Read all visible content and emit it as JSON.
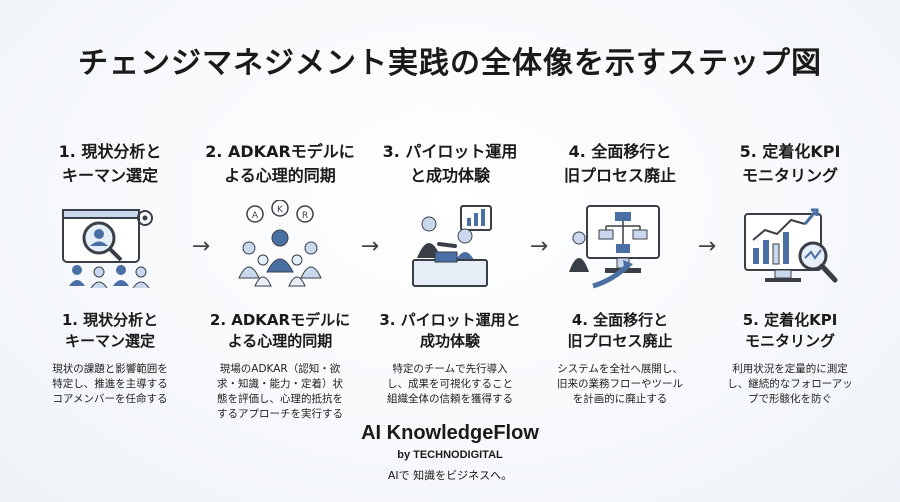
{
  "title": "チェンジマネジメント実践の全体像を示すステップ図",
  "steps": [
    {
      "top_title": "1. 現状分析と\nキーマン選定",
      "sub_title": "1. 現状分析と\nキーマン選定",
      "description": "現状の課題と影響範囲を\n特定し、推進を主導する\nコアメンバーを任命する",
      "icon": "magnifier-people-icon"
    },
    {
      "top_title": "2. ADKARモデルに\nよる心理的同期",
      "sub_title": "2. ADKARモデルに\nよる心理的同期",
      "description": "現場のADKAR（認知・欲\n求・知識・能力・定着）状\n態を評価し、心理的抵抗を\nするアプローチを実行する",
      "icon": "group-bubbles-icon"
    },
    {
      "top_title": "3. パイロット運用\nと成功体験",
      "sub_title": "3. パイロット運用と\n成功体験",
      "description": "特定のチームで先行導入\nし、成果を可視化すること\n組織全体の信頼を獲得する",
      "icon": "handshake-presentation-icon"
    },
    {
      "top_title": "4. 全面移行と\n旧プロセス廃止",
      "sub_title": "4. 全面移行と\n旧プロセス廃止",
      "description": "システムを全社へ展開し、\n旧来の業務フローやツール\nを計画的に廃止する",
      "icon": "monitor-flowchart-icon"
    },
    {
      "top_title": "5. 定着化KPI\nモニタリング",
      "sub_title": "5. 定着化KPI\nモニタリング",
      "description": "利用状況を定量的に測定\nし、継続的なフォローアッ\nプで形骸化を防ぐ",
      "icon": "dashboard-magnifier-icon"
    }
  ],
  "arrow_glyph": "→",
  "brand": {
    "name": "AI KnowledgeFlow",
    "by": "by TECHNODIGITAL",
    "tagline": "AIで 知識をビジネスへ。"
  },
  "colors": {
    "accent_blue": "#4a6fa5",
    "light_blue": "#c9d8ec",
    "dark_gray": "#3a3f47"
  }
}
